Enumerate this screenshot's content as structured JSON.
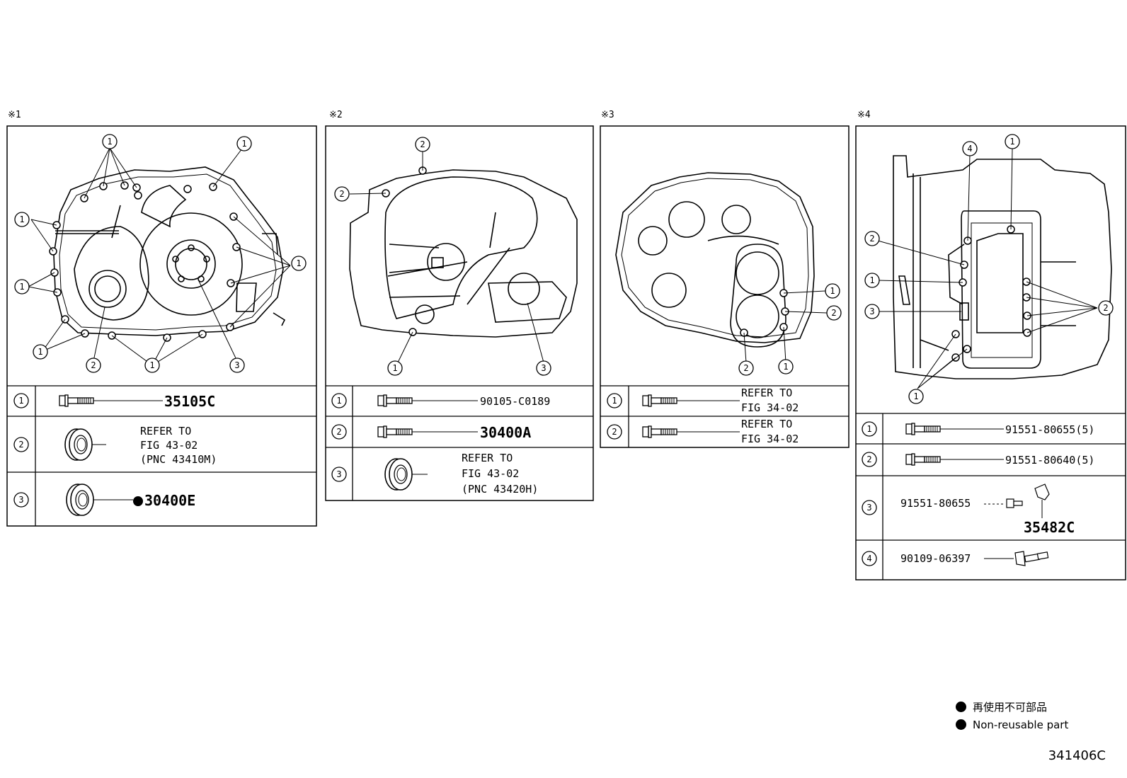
{
  "panels": [
    {
      "id": "※1",
      "parts": [
        {
          "num": "1",
          "text": [
            "35105C"
          ]
        },
        {
          "num": "2",
          "text": [
            "REFER TO",
            "FIG 43-02",
            "(PNC 43410M)"
          ]
        },
        {
          "num": "3",
          "text": [
            "30400E"
          ],
          "nonreusable": true
        }
      ]
    },
    {
      "id": "※2",
      "parts": [
        {
          "num": "1",
          "text": [
            "90105-C0189"
          ]
        },
        {
          "num": "2",
          "text": [
            "30400A"
          ]
        },
        {
          "num": "3",
          "text": [
            "REFER TO",
            "FIG 43-02",
            "(PNC 43420H)"
          ]
        }
      ]
    },
    {
      "id": "※3",
      "parts": [
        {
          "num": "1",
          "text": [
            "REFER TO",
            "FIG 34-02"
          ]
        },
        {
          "num": "2",
          "text": [
            "REFER TO",
            "FIG 34-02"
          ]
        }
      ]
    },
    {
      "id": "※4",
      "parts": [
        {
          "num": "1",
          "text": [
            "91551-80655(5)"
          ]
        },
        {
          "num": "2",
          "text": [
            "91551-80640(5)"
          ]
        },
        {
          "num": "3",
          "text": [
            "91551-80655",
            "35482C"
          ]
        },
        {
          "num": "4",
          "text": [
            "90109-06397"
          ]
        }
      ]
    }
  ],
  "legend": {
    "jp": "再使用不可部品",
    "en": "Non-reusable part"
  },
  "illustration_number": "341406C"
}
